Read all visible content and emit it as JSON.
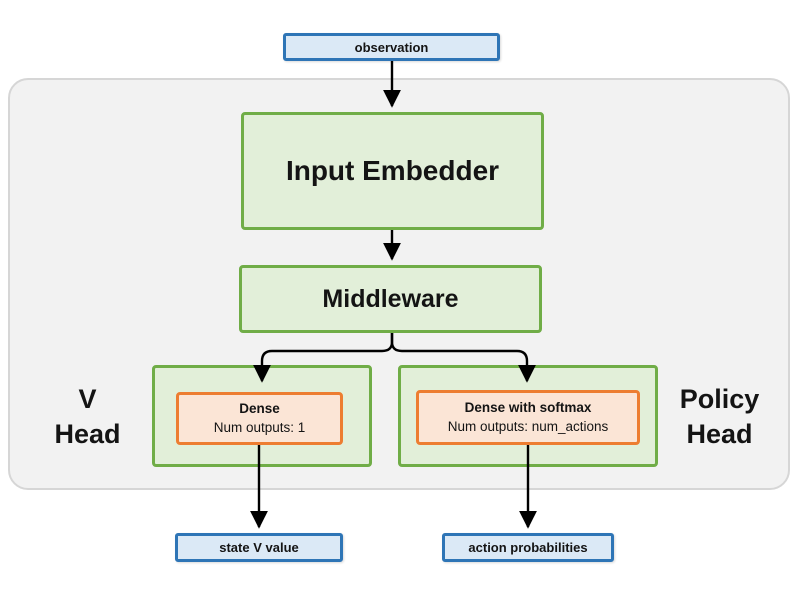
{
  "diagram": {
    "nodes": {
      "observation": {
        "label": "observation"
      },
      "input_embedder": {
        "label": "Input Embedder"
      },
      "middleware": {
        "label": "Middleware"
      },
      "v_head": {
        "label": "V\nHead",
        "dense": {
          "title": "Dense",
          "subtitle": "Num outputs: 1"
        }
      },
      "policy_head": {
        "label": "Policy\nHead",
        "dense": {
          "title": "Dense with softmax",
          "subtitle": "Num outputs: num_actions"
        }
      },
      "state_v_value": {
        "label": "state V value"
      },
      "action_probabilities": {
        "label": "action probabilities"
      }
    },
    "colors": {
      "blue_fill": "#dbe9f6",
      "blue_border": "#2e75b6",
      "green_fill": "#e2efd9",
      "green_border": "#70ad47",
      "orange_fill": "#fbe5d6",
      "orange_border": "#ed7d31",
      "container_fill": "#f2f2f2",
      "container_border": "#d6d6d6",
      "arrow": "#000000"
    }
  }
}
